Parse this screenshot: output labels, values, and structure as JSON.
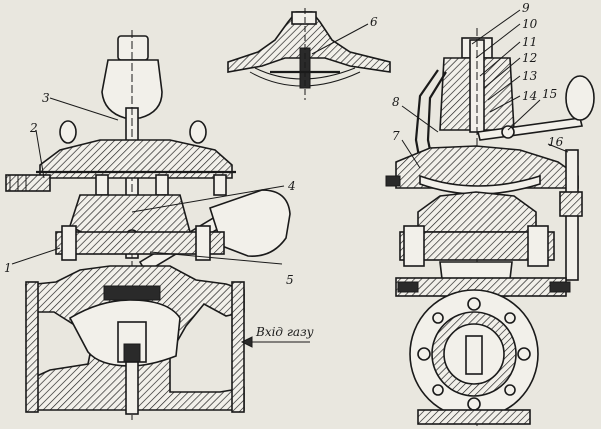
{
  "labels": {
    "l1": "1",
    "l2": "2",
    "l3": "3",
    "l4": "4",
    "l5": "5",
    "l6": "6",
    "l7": "7",
    "l8": "8",
    "l9": "9",
    "l10": "10",
    "l11": "11",
    "l12": "12",
    "l13": "13",
    "l14": "14",
    "l15": "15",
    "l16": "16"
  },
  "caption": "Вхід газу"
}
